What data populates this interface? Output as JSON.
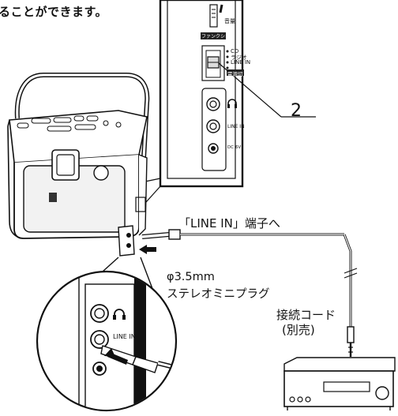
{
  "intro_text": "ることができます。",
  "callout_number": "2",
  "panel_labels": {
    "volume": "音量",
    "function": "ファンクション",
    "switch_options": [
      "CD",
      "ラジオ",
      "LINE IN",
      "電源切"
    ],
    "line_in_jack": "LINE IN",
    "dc_jack": "DC 6V"
  },
  "arrow_label": "「LINE IN」端子へ",
  "plug_label": {
    "line1": "φ3.5mm",
    "line2": "ステレオミニプラグ"
  },
  "cord_label": {
    "line1": "接続コード",
    "line2": "(別売)"
  },
  "zoom_labels": {
    "line_in": "LINE IN"
  }
}
